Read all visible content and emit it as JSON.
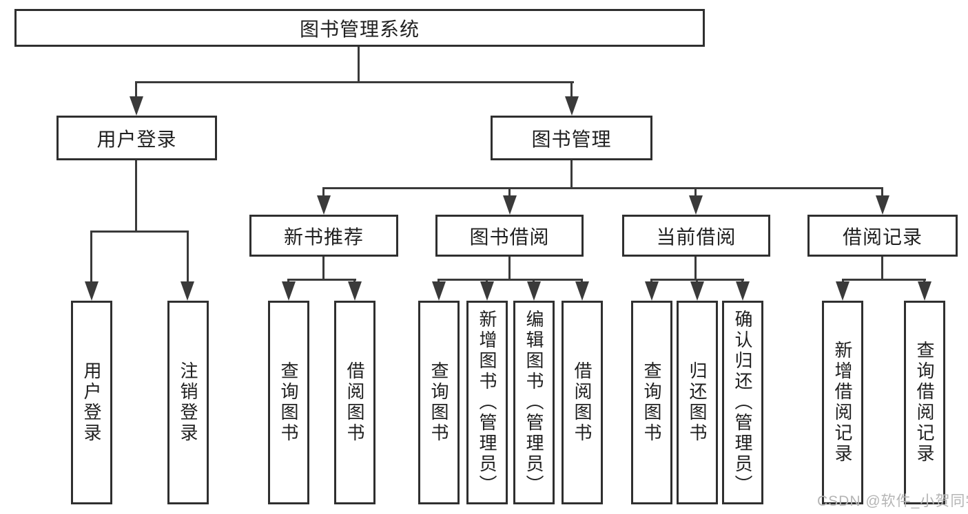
{
  "tree": {
    "root": {
      "label": "图书管理系统"
    },
    "branches": [
      {
        "label": "用户登录",
        "children": [
          {
            "label": "用户登录"
          },
          {
            "label": "注销登录"
          }
        ]
      },
      {
        "label": "图书管理",
        "groups": [
          {
            "label": "新书推荐",
            "children": [
              {
                "label": "查询图书"
              },
              {
                "label": "借阅图书"
              }
            ]
          },
          {
            "label": "图书借阅",
            "children": [
              {
                "label": "查询图书"
              },
              {
                "label": "新增图书（管理员）"
              },
              {
                "label": "编辑图书（管理员）"
              },
              {
                "label": "借阅图书"
              }
            ]
          },
          {
            "label": "当前借阅",
            "children": [
              {
                "label": "查询图书"
              },
              {
                "label": "归还图书"
              },
              {
                "label": "确认归还（管理员）"
              }
            ]
          },
          {
            "label": "借阅记录",
            "children": [
              {
                "label": "新增借阅记录"
              },
              {
                "label": "查询借阅记录"
              }
            ]
          }
        ]
      }
    ]
  },
  "watermark": {
    "text": "CSDN @软件_小贺同学"
  },
  "colors": {
    "line": "#3a3a3a",
    "border": "#2f2f2f",
    "text": "#1f1f1f",
    "watermark": "#b5b5b5",
    "background": "#ffffff"
  }
}
